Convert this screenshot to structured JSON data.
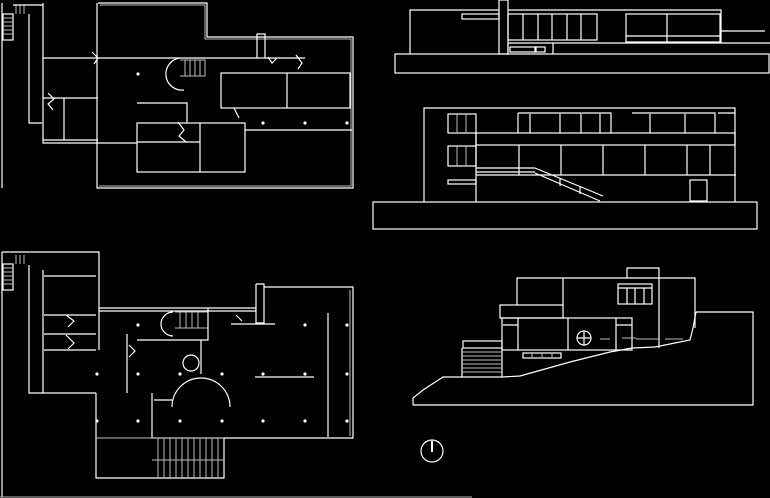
{
  "drawing": {
    "background_color": "#000000",
    "line_color": "#ffffff",
    "secondary_line_color": "#bbbbbb",
    "sheets": [
      "upper-floor-plan",
      "front-elevation",
      "garden-elevation",
      "lower-floor-plan",
      "side-section",
      "north-arrow"
    ]
  }
}
